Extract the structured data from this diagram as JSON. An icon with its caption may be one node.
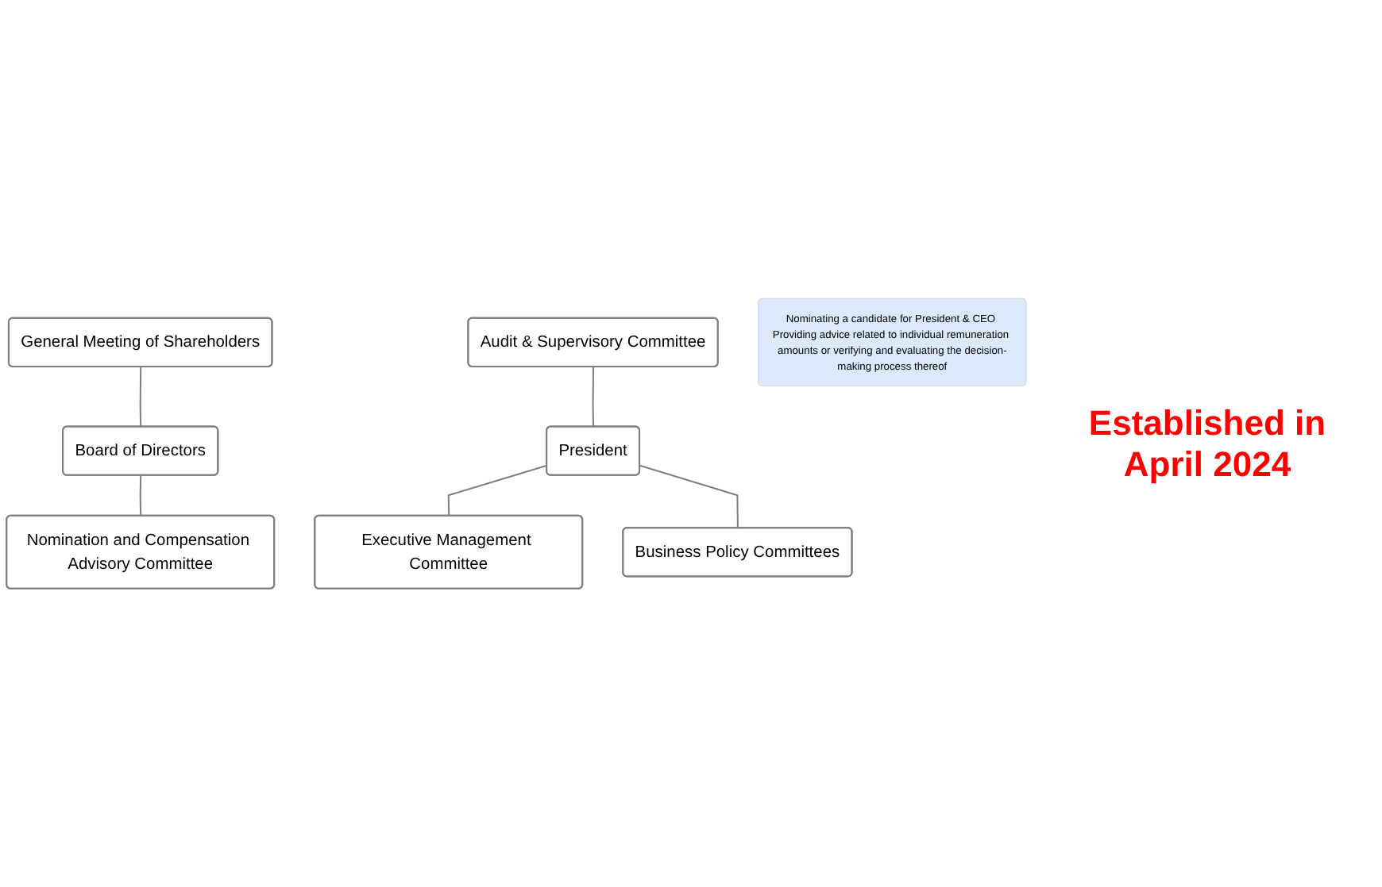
{
  "diagram": {
    "nodes": [
      {
        "text": [
          "General Meeting of Shareholders"
        ]
      },
      {
        "text": [
          "Board of Directors"
        ]
      },
      {
        "text": [
          "Nomination and Compensation Advisory Committee"
        ]
      },
      {
        "text": [
          "Audit & Supervisory Committee"
        ]
      },
      {
        "text": [
          "President"
        ]
      },
      {
        "text": [
          "Nominating a candidate for President & CEO Providing advice related to individual remuneration amounts or verifying and evaluating the decision-making process thereof"
        ]
      },
      {
        "text": [
          "Executive Management Committee"
        ]
      },
      {
        "text": [
          "Business Policy Committees"
        ]
      }
    ],
    "edges": [
      {
        "from": 0,
        "to": 1,
        "arrow": "none"
      },
      {
        "from": 1,
        "to": 2,
        "arrow": "none"
      },
      {
        "from": 3,
        "to": 4,
        "arrow": "none"
      },
      {
        "from": 4,
        "to": 6,
        "arrow": "none"
      },
      {
        "from": 4,
        "to": 7,
        "arrow": "none"
      }
    ],
    "labels": [
      "Established in April 2024"
    ]
  }
}
